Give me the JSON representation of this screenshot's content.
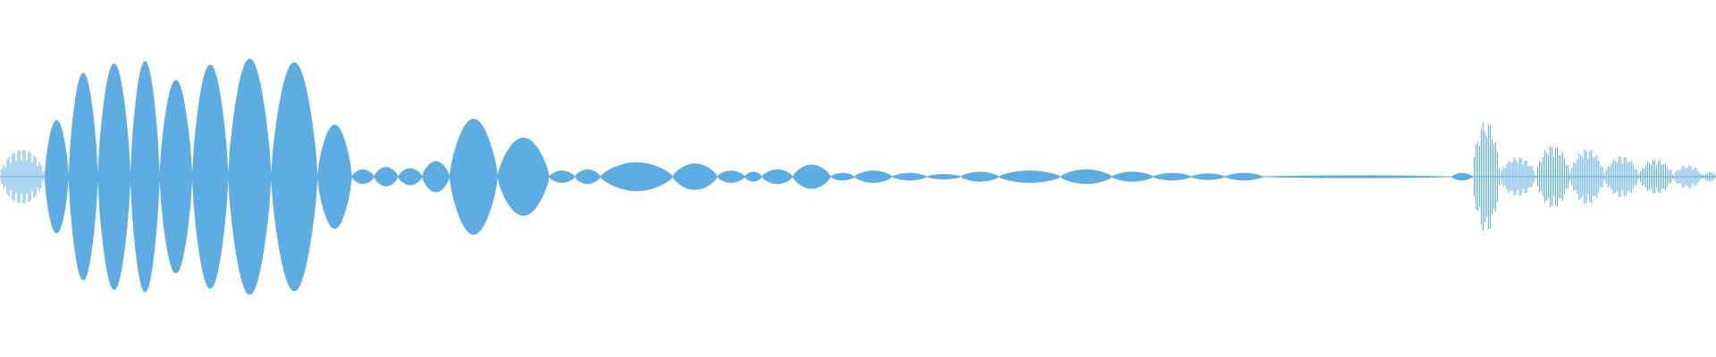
{
  "waveform": {
    "color": "#5DADE2",
    "segments": [
      {
        "start": 0.0,
        "end": 0.026,
        "peak": 0.24,
        "style": "burst"
      },
      {
        "start": 0.026,
        "end": 0.04,
        "peak": 0.48,
        "style": "lobe"
      },
      {
        "start": 0.04,
        "end": 0.057,
        "peak": 0.88,
        "style": "lobe"
      },
      {
        "start": 0.057,
        "end": 0.076,
        "peak": 0.96,
        "style": "lobe"
      },
      {
        "start": 0.076,
        "end": 0.093,
        "peak": 0.98,
        "style": "lobe"
      },
      {
        "start": 0.093,
        "end": 0.112,
        "peak": 0.82,
        "style": "lobe"
      },
      {
        "start": 0.112,
        "end": 0.133,
        "peak": 0.95,
        "style": "lobe"
      },
      {
        "start": 0.133,
        "end": 0.158,
        "peak": 1.0,
        "style": "lobe"
      },
      {
        "start": 0.158,
        "end": 0.185,
        "peak": 0.97,
        "style": "lobe"
      },
      {
        "start": 0.185,
        "end": 0.205,
        "peak": 0.44,
        "style": "lobe"
      },
      {
        "start": 0.205,
        "end": 0.218,
        "peak": 0.06,
        "style": "lobe"
      },
      {
        "start": 0.218,
        "end": 0.232,
        "peak": 0.08,
        "style": "lobe"
      },
      {
        "start": 0.232,
        "end": 0.246,
        "peak": 0.07,
        "style": "lobe"
      },
      {
        "start": 0.246,
        "end": 0.262,
        "peak": 0.13,
        "style": "lobe"
      },
      {
        "start": 0.262,
        "end": 0.29,
        "peak": 0.49,
        "style": "lobe"
      },
      {
        "start": 0.29,
        "end": 0.32,
        "peak": 0.33,
        "style": "lobe"
      },
      {
        "start": 0.32,
        "end": 0.335,
        "peak": 0.05,
        "style": "lobe"
      },
      {
        "start": 0.335,
        "end": 0.35,
        "peak": 0.06,
        "style": "lobe"
      },
      {
        "start": 0.35,
        "end": 0.392,
        "peak": 0.12,
        "style": "lobe"
      },
      {
        "start": 0.392,
        "end": 0.418,
        "peak": 0.11,
        "style": "lobe"
      },
      {
        "start": 0.418,
        "end": 0.434,
        "peak": 0.05,
        "style": "lobe"
      },
      {
        "start": 0.434,
        "end": 0.444,
        "peak": 0.04,
        "style": "lobe"
      },
      {
        "start": 0.444,
        "end": 0.462,
        "peak": 0.06,
        "style": "lobe"
      },
      {
        "start": 0.462,
        "end": 0.484,
        "peak": 0.1,
        "style": "lobe"
      },
      {
        "start": 0.484,
        "end": 0.498,
        "peak": 0.03,
        "style": "lobe"
      },
      {
        "start": 0.498,
        "end": 0.52,
        "peak": 0.05,
        "style": "lobe"
      },
      {
        "start": 0.52,
        "end": 0.54,
        "peak": 0.03,
        "style": "lobe"
      },
      {
        "start": 0.54,
        "end": 0.56,
        "peak": 0.02,
        "style": "lobe"
      },
      {
        "start": 0.56,
        "end": 0.582,
        "peak": 0.04,
        "style": "lobe"
      },
      {
        "start": 0.582,
        "end": 0.618,
        "peak": 0.05,
        "style": "lobe"
      },
      {
        "start": 0.618,
        "end": 0.648,
        "peak": 0.06,
        "style": "lobe"
      },
      {
        "start": 0.648,
        "end": 0.672,
        "peak": 0.04,
        "style": "lobe"
      },
      {
        "start": 0.672,
        "end": 0.694,
        "peak": 0.03,
        "style": "lobe"
      },
      {
        "start": 0.694,
        "end": 0.714,
        "peak": 0.025,
        "style": "lobe"
      },
      {
        "start": 0.714,
        "end": 0.736,
        "peak": 0.03,
        "style": "lobe"
      },
      {
        "start": 0.736,
        "end": 0.846,
        "peak": 0.01,
        "style": "lobe"
      },
      {
        "start": 0.846,
        "end": 0.858,
        "peak": 0.03,
        "style": "lobe"
      },
      {
        "start": 0.858,
        "end": 0.874,
        "peak": 0.48,
        "style": "burst"
      },
      {
        "start": 0.874,
        "end": 0.895,
        "peak": 0.17,
        "style": "burst"
      },
      {
        "start": 0.895,
        "end": 0.915,
        "peak": 0.27,
        "style": "burst"
      },
      {
        "start": 0.915,
        "end": 0.935,
        "peak": 0.24,
        "style": "burst"
      },
      {
        "start": 0.935,
        "end": 0.955,
        "peak": 0.18,
        "style": "burst"
      },
      {
        "start": 0.955,
        "end": 0.975,
        "peak": 0.15,
        "style": "burst"
      },
      {
        "start": 0.975,
        "end": 0.992,
        "peak": 0.1,
        "style": "burst"
      },
      {
        "start": 0.992,
        "end": 1.0,
        "peak": 0.04,
        "style": "burst"
      }
    ]
  }
}
